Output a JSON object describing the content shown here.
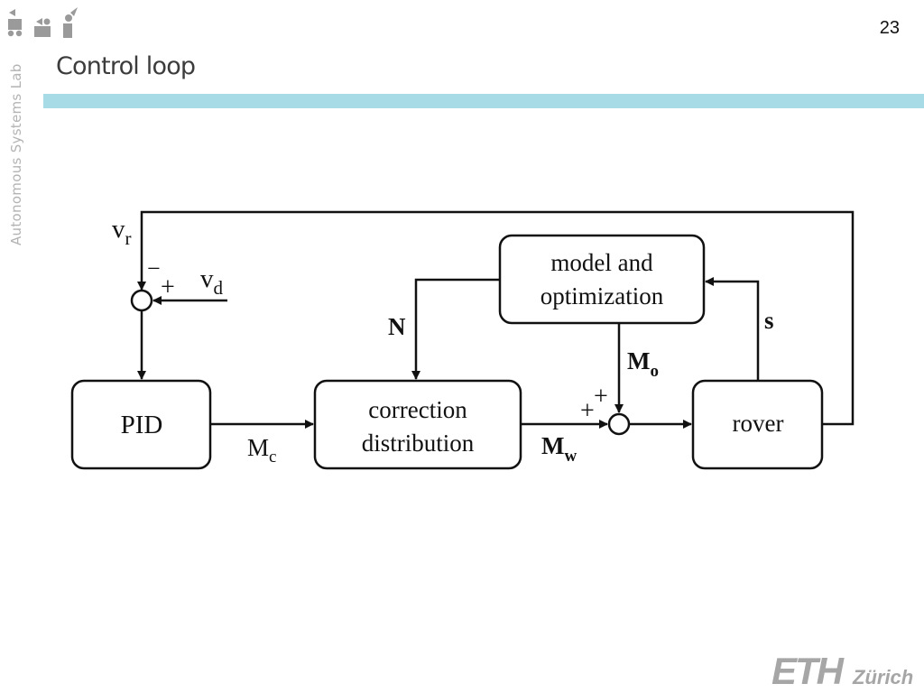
{
  "slide": {
    "title": "Control loop",
    "page_number": "23",
    "side_label": "Autonomous Systems Lab",
    "footer_logo": {
      "main": "ETH",
      "sub": "Zürich"
    },
    "accent_color": "#a7dce6"
  },
  "diagram": {
    "blocks": {
      "pid": "PID",
      "correction_line1": "correction",
      "correction_line2": "distribution",
      "model_line1": "model and",
      "model_line2": "optimization",
      "rover": "rover"
    },
    "signals": {
      "vr": {
        "base": "v",
        "sub": "r"
      },
      "vd": {
        "base": "v",
        "sub": "d"
      },
      "mc": {
        "base": "M",
        "sub": "c"
      },
      "mw": {
        "base": "M",
        "sub": "w"
      },
      "mo": {
        "base": "M",
        "sub": "o"
      },
      "n": "N",
      "s": "s"
    },
    "signs": {
      "sum1_top": "−",
      "sum1_right": "+",
      "sum2_top": "+",
      "sum2_left": "+"
    }
  }
}
